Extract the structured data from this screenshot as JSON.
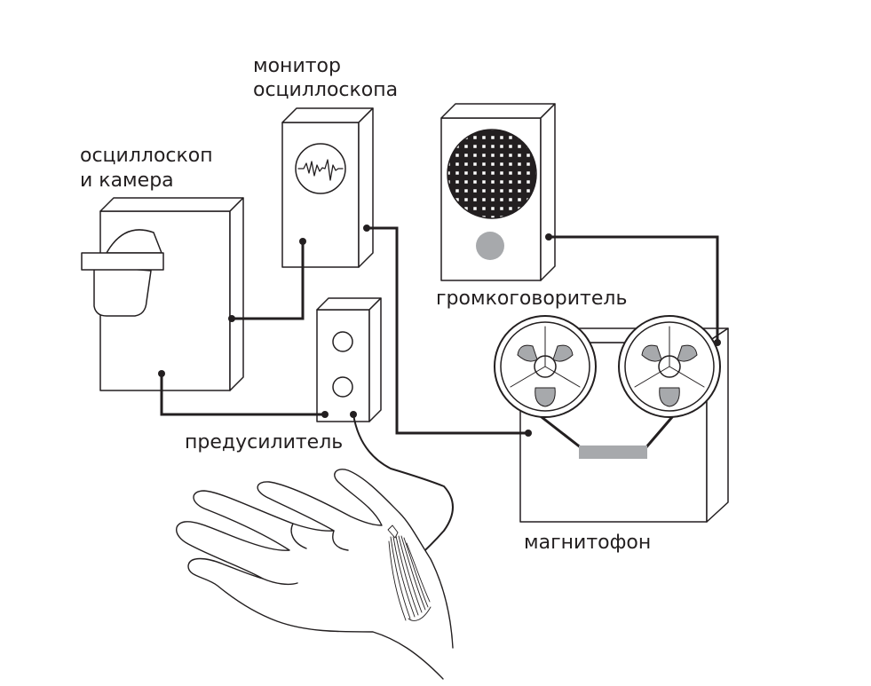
{
  "labels": {
    "monitor_line1": "монитор",
    "monitor_line2": "осциллоскопа",
    "oscilloscope_line1": "осциллоскоп",
    "oscilloscope_line2": "и камера",
    "speaker": "громкоговоритель",
    "preamp": "предусилитель",
    "tape_recorder": "магнитофон"
  },
  "colors": {
    "ink": "#231f20",
    "grey_fill": "#a7a9ac",
    "background": "#ffffff"
  }
}
